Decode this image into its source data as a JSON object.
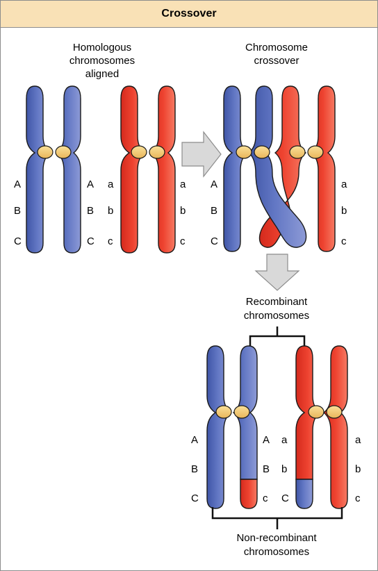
{
  "header": {
    "title": "Crossover"
  },
  "captions": {
    "aligned": [
      "Homologous",
      "chromosomes",
      "aligned"
    ],
    "crossover": [
      "Chromosome",
      "crossover"
    ],
    "recombinant": [
      "Recombinant",
      "chromosomes"
    ],
    "nonrecombinant": [
      "Non-recombinant",
      "chromosomes"
    ]
  },
  "alleles": {
    "dominant": [
      "A",
      "B",
      "C"
    ],
    "recessive": [
      "a",
      "b",
      "c"
    ]
  },
  "colors": {
    "blue": "#5b6fb8",
    "red": "#e83a2a",
    "centromere": "#f2c46c",
    "header_bg": "#f9e1b6",
    "arrow": "#d9d9d9"
  }
}
